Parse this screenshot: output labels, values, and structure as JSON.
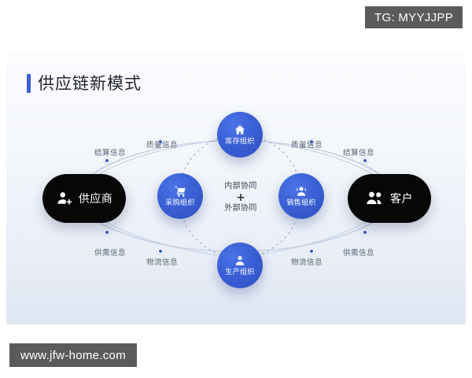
{
  "watermarks": {
    "top_right": "TG: MYYJJPP",
    "bottom_left": "www.jfw-home.com"
  },
  "card": {
    "title": "供应链新模式",
    "accent_color": "#3f5fd0",
    "background_top": "#fbfcfe",
    "background_bottom": "#dfe6f2"
  },
  "endpoints": [
    {
      "id": "supplier",
      "label": "供应商",
      "icon": "user-plus-icon",
      "color": "#070707"
    },
    {
      "id": "customer",
      "label": "客户",
      "icon": "users-icon",
      "color": "#070707"
    }
  ],
  "organizations": [
    {
      "id": "inventory",
      "label": "库存组织",
      "icon": "home-icon",
      "color": "#3a5fd4"
    },
    {
      "id": "purchase",
      "label": "采购组织",
      "icon": "cart-icon",
      "color": "#3a5fd4"
    },
    {
      "id": "sales",
      "label": "销售组织",
      "icon": "agent-icon",
      "color": "#3a5fd4"
    },
    {
      "id": "production",
      "label": "生产组织",
      "icon": "worker-icon",
      "color": "#3a5fd4"
    }
  ],
  "center": {
    "line1": "内部协同",
    "plus": "+",
    "line2": "外部协同"
  },
  "flow_labels": {
    "left_settlement": "结算信息",
    "left_quality": "质量信息",
    "right_quality": "质量信息",
    "right_settlement": "结算信息",
    "left_demand": "供需信息",
    "left_logistics": "物流信息",
    "right_logistics": "物流信息",
    "right_demand": "供需信息"
  }
}
